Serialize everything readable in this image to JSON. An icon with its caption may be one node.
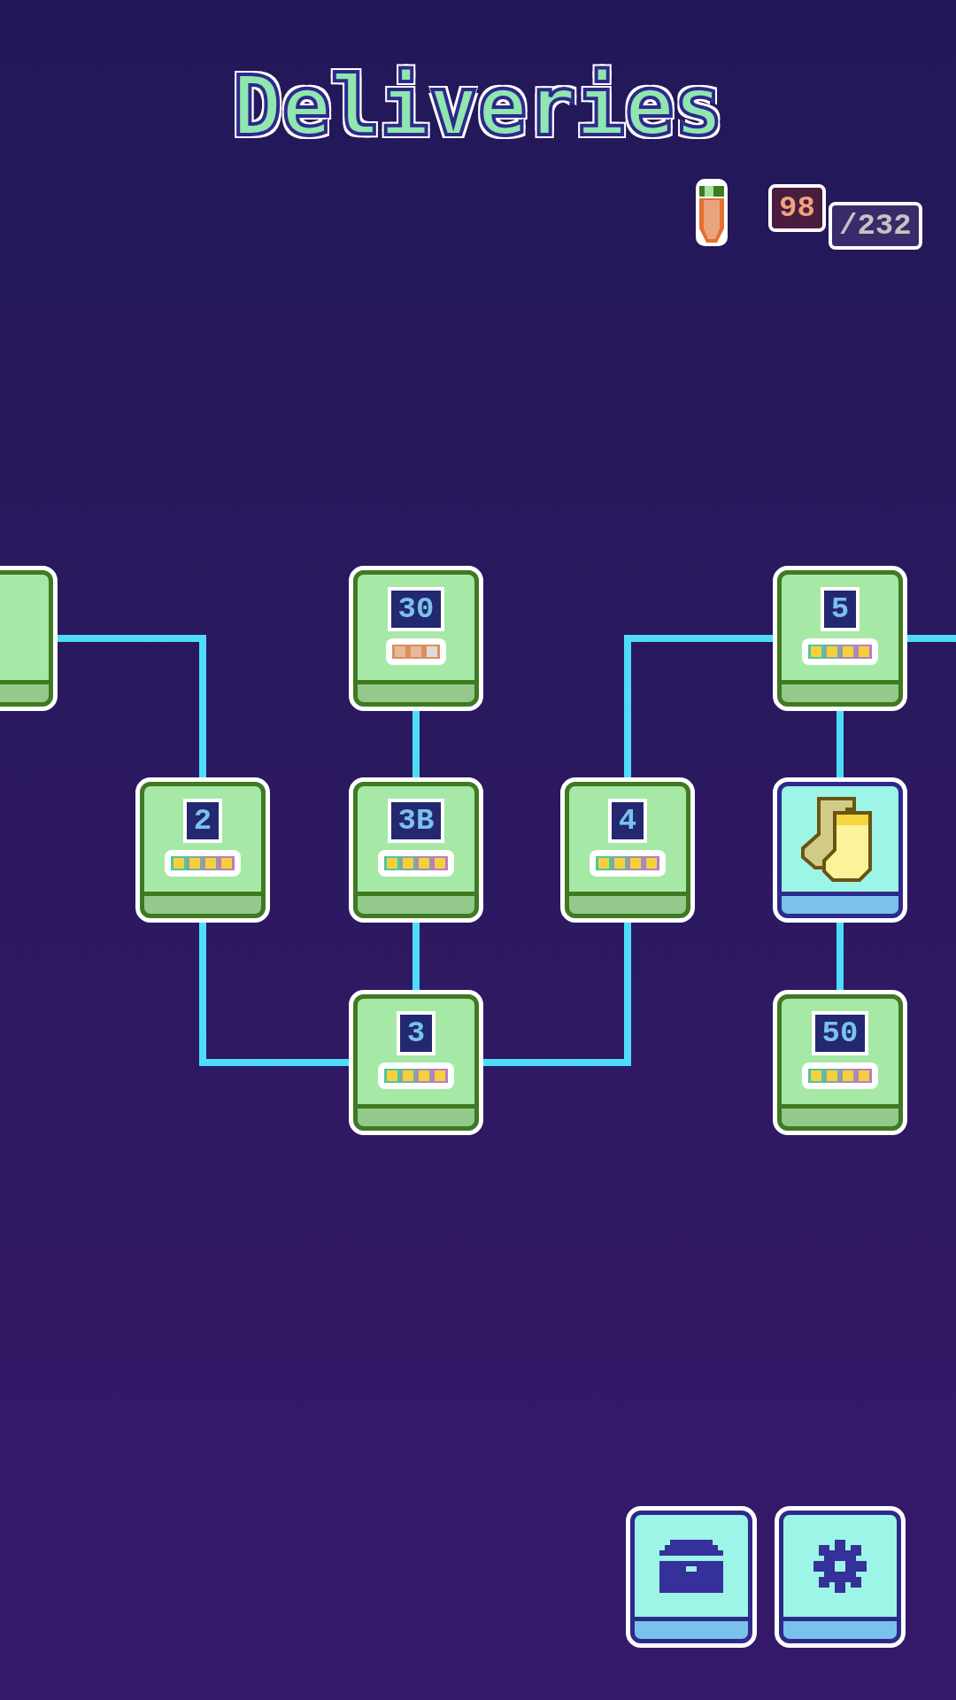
{
  "diagram": {
    "title": "Deliveries",
    "nodes": [
      {
        "text": [],
        "shape": "box"
      },
      {
        "text": [
          "30"
        ]
      },
      {
        "text": [
          "2"
        ]
      },
      {
        "text": [
          "3B"
        ]
      },
      {
        "text": [
          "3"
        ]
      },
      {
        "text": [
          "4"
        ]
      },
      {
        "text": [
          "5"
        ]
      },
      {
        "text": [],
        "shape": "picture"
      },
      {
        "text": [
          "50"
        ]
      },
      {
        "text": [],
        "shape": "box"
      },
      {
        "text": [],
        "shape": "box"
      }
    ],
    "edges": [
      {
        "from": 0,
        "to": 2,
        "arrow": "none"
      },
      {
        "from": 1,
        "to": 3,
        "arrow": "none"
      },
      {
        "from": 2,
        "to": 4,
        "arrow": "none"
      },
      {
        "from": 3,
        "to": 4,
        "arrow": "none"
      },
      {
        "from": 4,
        "to": 5,
        "arrow": "none"
      },
      {
        "from": 5,
        "to": 6,
        "arrow": "none"
      },
      {
        "from": 6,
        "to": null,
        "arrow": "none"
      },
      {
        "from": 6,
        "to": 7,
        "arrow": "none"
      },
      {
        "from": 7,
        "to": 8,
        "arrow": "none"
      }
    ],
    "labels": [
      "98",
      "/232"
    ]
  }
}
